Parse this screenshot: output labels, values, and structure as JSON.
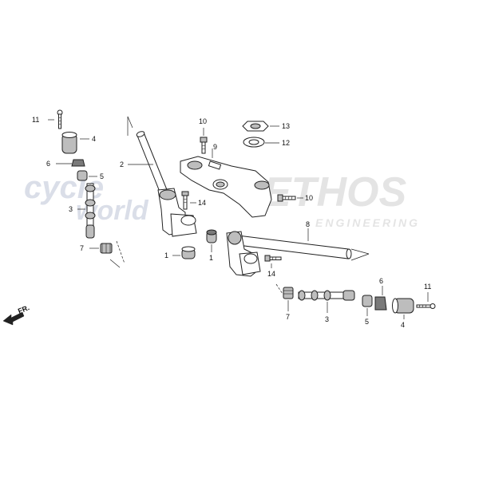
{
  "watermark": {
    "left_line1": "cycle",
    "left_line2": "world",
    "right": "ETHOS",
    "right_script": "ENGINEERING"
  },
  "orientation": "FR.",
  "parts": {
    "left": {
      "p11": "11",
      "p4": "4",
      "p6": "6",
      "p5": "5",
      "p3": "3",
      "p7": "7"
    },
    "center": {
      "p2": "2",
      "p14a": "14",
      "p1a": "1",
      "p1b": "1",
      "p10a": "10",
      "p9": "9",
      "p13": "13",
      "p12": "12",
      "p10b": "10",
      "p8": "8",
      "p14b": "14"
    },
    "right": {
      "p7": "7",
      "p3": "3",
      "p5": "5",
      "p6": "6",
      "p4": "4",
      "p11": "11"
    }
  }
}
